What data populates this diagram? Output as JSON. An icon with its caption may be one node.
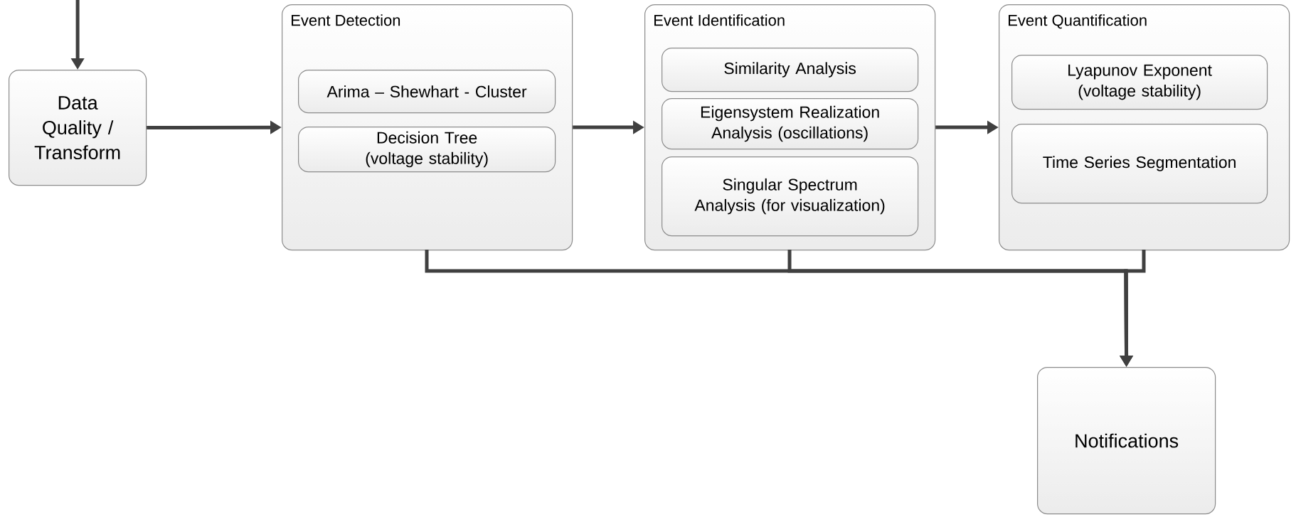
{
  "diagram": {
    "nodes": [
      {
        "text": [
          "Data Quality / Transform"
        ]
      },
      {
        "text": [
          "Event Detection"
        ]
      },
      {
        "text": [
          "Arima – Shewhart - Cluster"
        ],
        "in": 1
      },
      {
        "text": [
          "Decision Tree (voltage stability)"
        ],
        "in": 1
      },
      {
        "text": [
          "Event Identification"
        ]
      },
      {
        "text": [
          "Similarity Analysis"
        ],
        "in": 4
      },
      {
        "text": [
          "Eigensystem Realization Analysis (oscillations)"
        ],
        "in": 4
      },
      {
        "text": [
          "Singular Spectrum Analysis (for visualization)"
        ],
        "in": 4
      },
      {
        "text": [
          "Event Quantification"
        ]
      },
      {
        "text": [
          "Lyapunov Exponent (voltage stability)"
        ],
        "in": 8
      },
      {
        "text": [
          "Time Series Segmentation"
        ],
        "in": 8
      },
      {
        "text": [
          "Notifications"
        ]
      }
    ],
    "edges": [
      {
        "from": null,
        "to": 0,
        "arrow": "to"
      },
      {
        "from": 0,
        "to": 1,
        "arrow": "to"
      },
      {
        "from": 1,
        "to": 4,
        "arrow": "to"
      },
      {
        "from": 4,
        "to": 8,
        "arrow": "to"
      },
      {
        "from": 1,
        "to": 11,
        "arrow": "to"
      },
      {
        "from": 4,
        "to": 11,
        "arrow": "to"
      },
      {
        "from": 8,
        "to": 11,
        "arrow": "to"
      }
    ]
  }
}
